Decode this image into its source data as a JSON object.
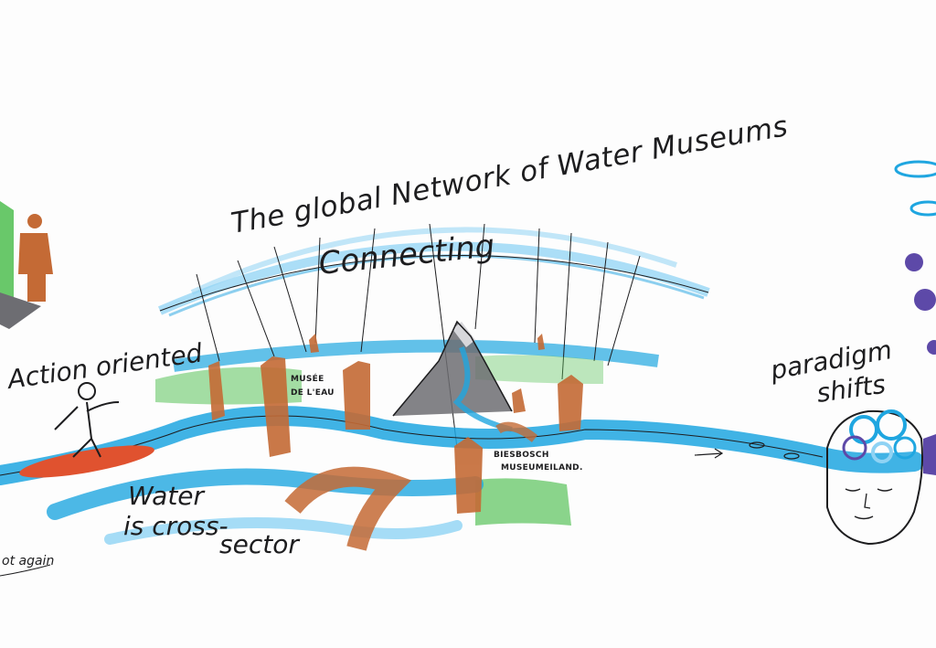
{
  "title": "The global Network of Water Museums",
  "connecting": "Connecting",
  "action": "Action oriented",
  "water_line1": "Water",
  "water_line2": "is cross-",
  "water_line3": "sector",
  "musee_line1": "MUSÉE",
  "musee_line2": "DE L'EAU",
  "biesbosch_line1": "BIESBOSCH",
  "biesbosch_line2": "MUSEUMEILAND.",
  "paradigm_line1": "paradigm",
  "paradigm_line2": "shifts",
  "bottom_left": "ot again",
  "colors": {
    "ink": "#1d1d1f",
    "river_blue": "#1fa6e0",
    "light_blue": "#8fd3f4",
    "green": "#59c25a",
    "orange": "#c46a35",
    "grey": "#6d6d72",
    "purple": "#5d49a8",
    "surf_red": "#e0522f"
  }
}
